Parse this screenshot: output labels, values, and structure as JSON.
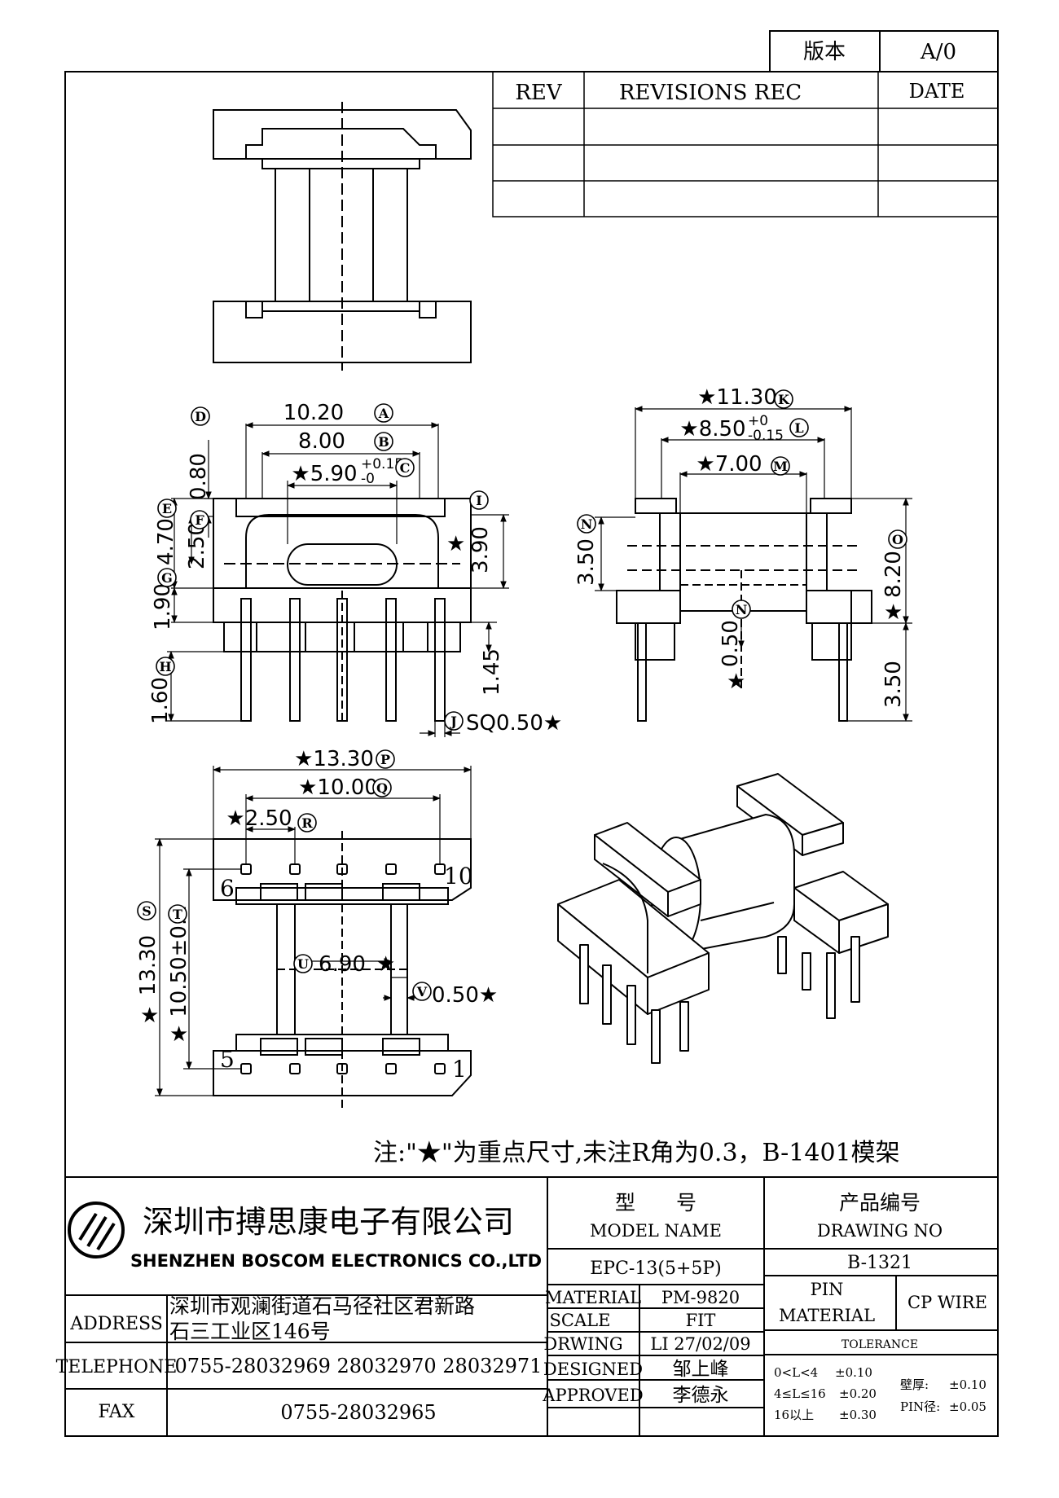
{
  "version": {
    "label": "版本",
    "value": "A/0"
  },
  "revisions": {
    "headers": {
      "rev": "REV",
      "rec": "REVISIONS REC",
      "date": "DATE"
    }
  },
  "dimensions": {
    "front": {
      "A": "10.20",
      "B": "8.00",
      "C": "★5.90",
      "C_tol_up": "+0.15",
      "C_tol_dn": "-0",
      "D": "0.80",
      "E": "4.70",
      "F": "2.50",
      "G": "1.90",
      "H": "1.60",
      "I": "3.90",
      "star": "★",
      "pin_h": "1.45",
      "J": "SQ0.50★"
    },
    "side": {
      "K": "★11.30",
      "L": "★8.50",
      "L_tol_up": "+0",
      "L_tol_dn": "-0.15",
      "M": "★7.00",
      "N": "3.50",
      "O": "8.20",
      "O_star": "★",
      "N2": "0.50",
      "N2_star": "★",
      "pin": "3.50"
    },
    "bottom": {
      "P": "★13.30",
      "Q": "★10.00",
      "R": "★2.50",
      "S": "13.30",
      "S_star": "★",
      "T": "10.50±0.1",
      "T_star": "★",
      "U": "6.90",
      "U_star": "★",
      "V": "0.50★",
      "pins": {
        "p6": "6",
        "p10": "10",
        "p5": "5",
        "p1": "1"
      }
    },
    "markers": [
      "A",
      "B",
      "C",
      "D",
      "E",
      "F",
      "G",
      "H",
      "I",
      "J",
      "K",
      "L",
      "M",
      "N",
      "O",
      "N",
      "P",
      "Q",
      "R",
      "S",
      "T",
      "U",
      "V"
    ]
  },
  "note": "注:\"★\"为重点尺寸,未注R角为0.3，B-1401模架",
  "company": {
    "name_cn": "深圳市搏思康电子有限公司",
    "name_en": "SHENZHEN BOSCOM ELECTRONICS CO.,LTD",
    "address_label": "ADDRESS",
    "address_line1": "深圳市观澜街道石马径社区君新路",
    "address_line2": "石三工业区146号",
    "telephone_label": "TELEPHONE",
    "telephone": "0755-28032969 28032970 28032971",
    "fax_label": "FAX",
    "fax": "0755-28032965"
  },
  "model": {
    "label_cn": "型　　号",
    "label_en": "MODEL NAME",
    "value": "EPC-13(5+5P)"
  },
  "drawing": {
    "label_cn": "产品编号",
    "label_en": "DRAWING NO",
    "value": "B-1321"
  },
  "info": {
    "material_label": "MATERIAL",
    "material": "PM-9820",
    "scale_label": "SCALE",
    "scale": "FIT",
    "drwing_label": "DRWING",
    "drwing": "LI 27/02/09",
    "designed_label": "DESIGNED",
    "designed": "邹上峰",
    "approved_label": "APPROVED",
    "approved": "李德永"
  },
  "pin": {
    "label1": "PIN",
    "label2": "MATERIAL",
    "value": "CP WIRE"
  },
  "tolerance": {
    "title": "TOLERANCE",
    "r1": "0<L<4",
    "r1v": "±0.10",
    "r2": "4≤L≤16",
    "r2v": "±0.20",
    "r3": "16以上",
    "r3v": "±0.30",
    "wall_label": "壁厚:",
    "wall": "±0.10",
    "pin_label": "PIN径:",
    "pin": "±0.05"
  }
}
